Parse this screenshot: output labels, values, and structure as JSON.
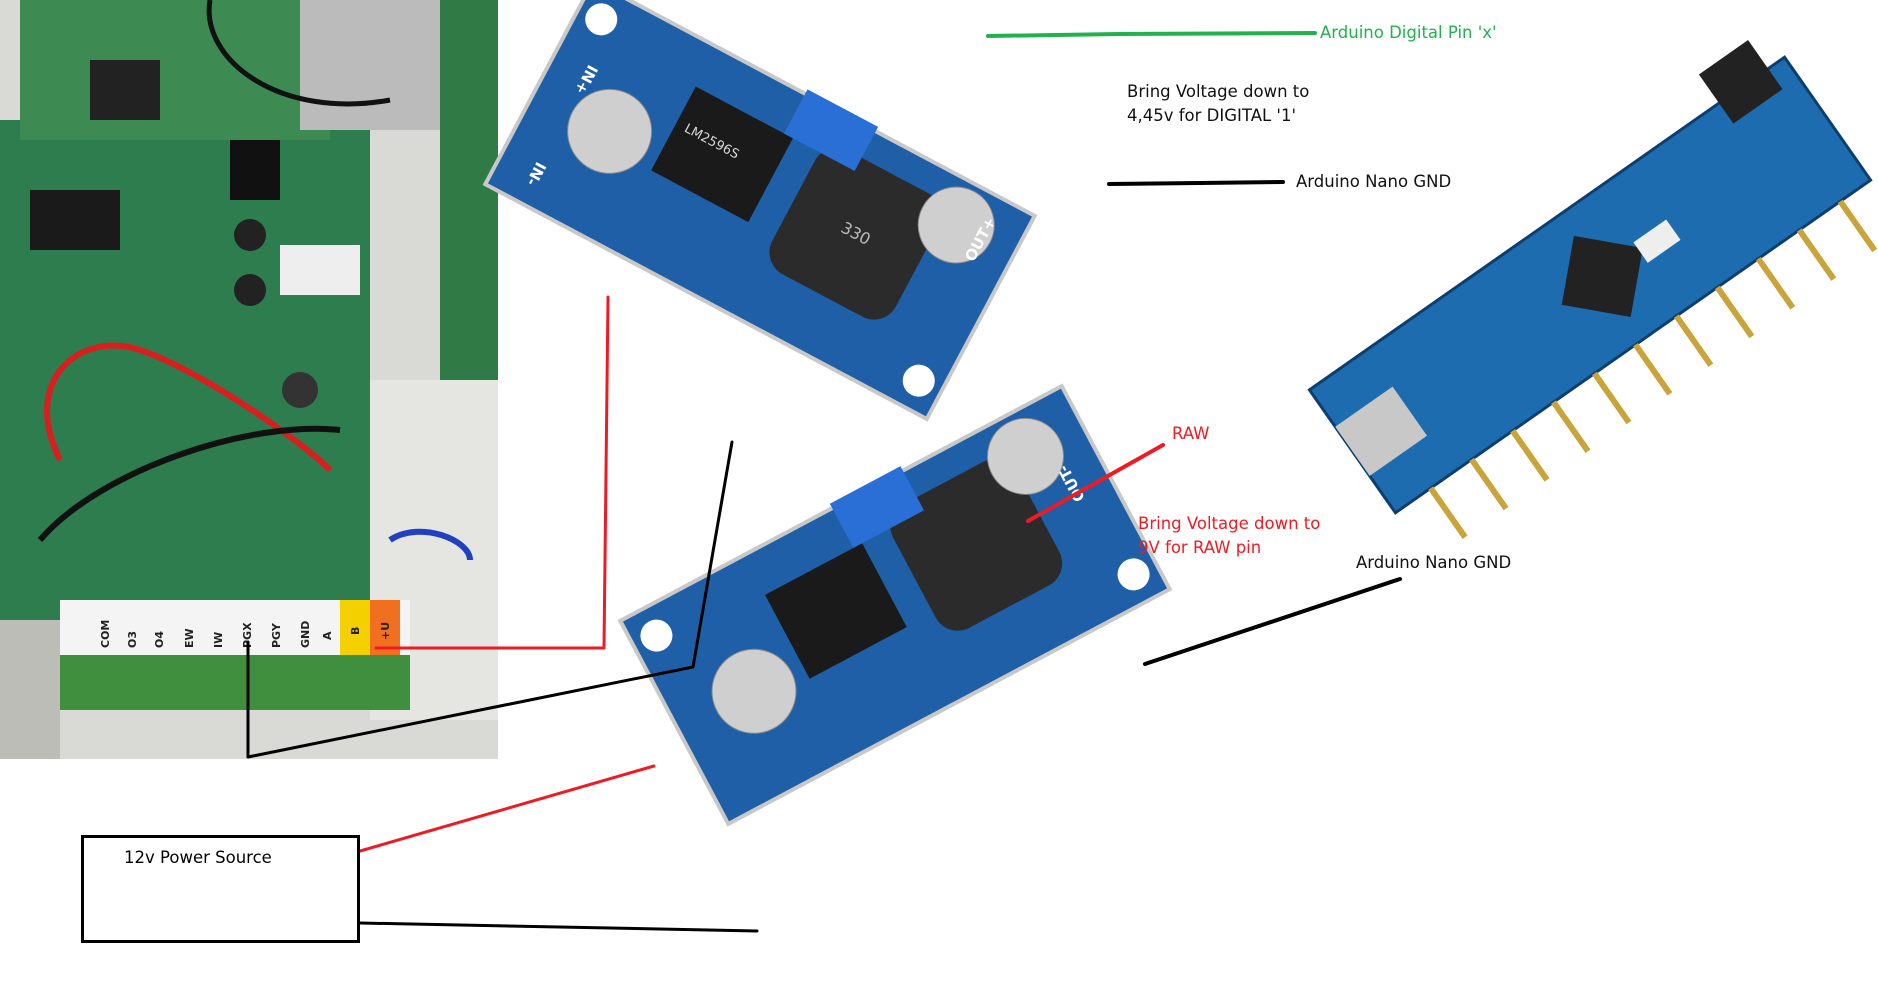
{
  "labels": {
    "digital_pin": "Arduino Digital Pin 'x'",
    "top_note_line1": "Bring Voltage down to",
    "top_note_line2": "4,45v for DIGITAL '1'",
    "gnd_top": "Arduino Nano GND",
    "raw": "RAW",
    "bottom_note_line1": "Bring Voltage down to",
    "bottom_note_line2": "9V for RAW pin",
    "gnd_bottom": "Arduino Nano GND",
    "power_source": "12v Power Source"
  },
  "colors": {
    "green_wire": "#22b14c",
    "red_wire": "#ed1c24",
    "black_wire": "#000000",
    "pcb_blue": "#1f5fa8",
    "alarm_pcb_green": "#2e7d4f"
  },
  "board_marks": {
    "in_plus": "IN+",
    "in_minus": "IN-",
    "out_plus": "OUT+",
    "out_minus": "OUT-",
    "chip": "LM2596S",
    "inductor": "330",
    "terminals": [
      "COM",
      "O3",
      "O4",
      "EW",
      "IW",
      "PGX",
      "PGY",
      "GND",
      "A",
      "B",
      "+U"
    ]
  }
}
